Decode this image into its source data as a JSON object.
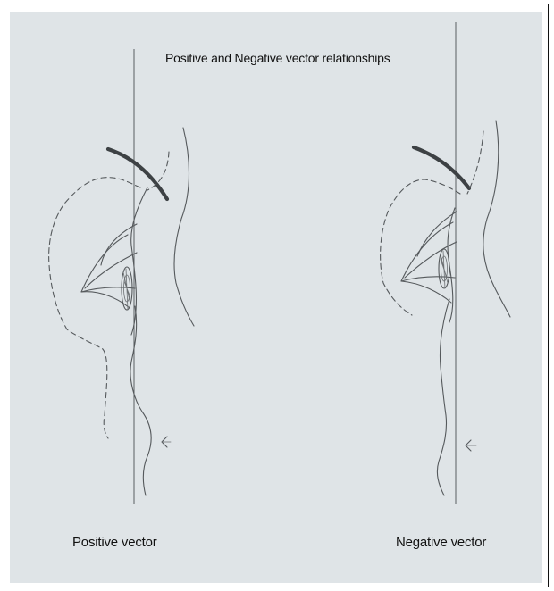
{
  "figure": {
    "title": "Positive and Negative vector relationships",
    "panels": [
      {
        "id": "positive",
        "label": "Positive vector"
      },
      {
        "id": "negative",
        "label": "Negative vector"
      }
    ],
    "colors": {
      "paper": "#dfe4e7",
      "pencil": "#55595c",
      "ink": "#111111"
    }
  }
}
